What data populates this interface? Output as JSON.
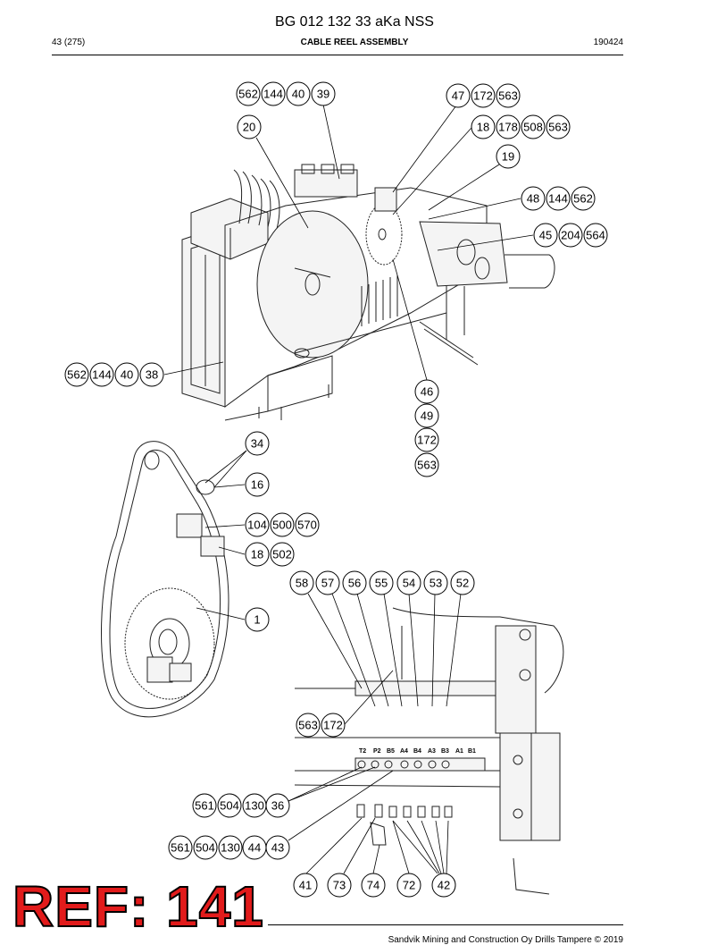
{
  "header": {
    "doc_title": "BG 012 132 33 aKa NSS",
    "page": "43 (275)",
    "section_title": "CABLE REEL ASSEMBLY",
    "date_code": "190424"
  },
  "footer": {
    "copyright": "Sandvik Mining and Construction Oy Drills Tampere © 2019"
  },
  "ref_stamp": "REF: 141",
  "valve_labels": [
    "T2",
    "P2",
    "B5",
    "A4",
    "B4",
    "A3",
    "B3",
    "A1",
    "B1"
  ],
  "callouts": {
    "c562a": "562",
    "c144a": "144",
    "c40a": "40",
    "c39": "39",
    "c47": "47",
    "c172a": "172",
    "c563a": "563",
    "c20": "20",
    "c18a": "18",
    "c178": "178",
    "c508": "508",
    "c563b": "563",
    "c19": "19",
    "c48": "48",
    "c144b": "144",
    "c562b": "562",
    "c45": "45",
    "c204": "204",
    "c564": "564",
    "c562c": "562",
    "c144c": "144",
    "c40b": "40",
    "c38": "38",
    "c46": "46",
    "c49": "49",
    "c172b": "172",
    "c563c": "563",
    "c34": "34",
    "c16": "16",
    "c104": "104",
    "c500": "500",
    "c570": "570",
    "c18b": "18",
    "c502": "502",
    "c58": "58",
    "c57": "57",
    "c56": "56",
    "c55": "55",
    "c54": "54",
    "c53": "53",
    "c52": "52",
    "c1": "1",
    "c563d": "563",
    "c172c": "172",
    "c561a": "561",
    "c504a": "504",
    "c130a": "130",
    "c36": "36",
    "c561b": "561",
    "c504b": "504",
    "c130b": "130",
    "c44": "44",
    "c43": "43",
    "c41": "41",
    "c73": "73",
    "c74": "74",
    "c72": "72",
    "c42": "42"
  }
}
